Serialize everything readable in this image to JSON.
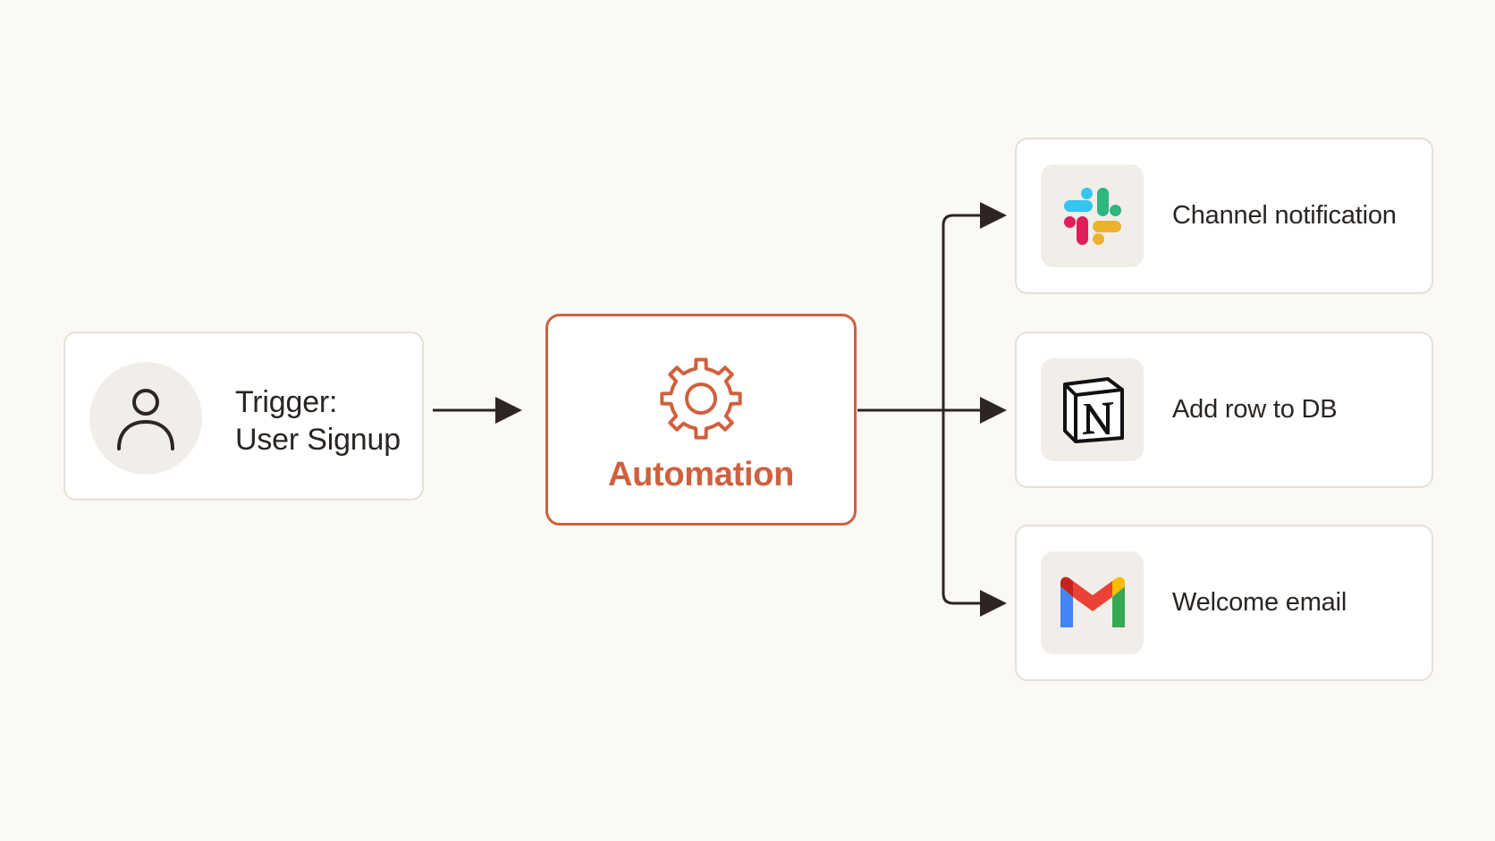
{
  "trigger": {
    "line1": "Trigger:",
    "line2": "User Signup",
    "icon": "user-icon"
  },
  "automation": {
    "label": "Automation",
    "icon": "gear-icon",
    "accent_color": "#d0603d"
  },
  "actions": [
    {
      "label": "Channel notification",
      "icon": "slack-icon"
    },
    {
      "label": "Add row to DB",
      "icon": "notion-icon"
    },
    {
      "label": "Welcome email",
      "icon": "gmail-icon"
    }
  ],
  "colors": {
    "background": "#fbf9f6",
    "card_border": "#e6dfd9",
    "arrow": "#2e2522",
    "icon_tile": "#f1eeea"
  }
}
